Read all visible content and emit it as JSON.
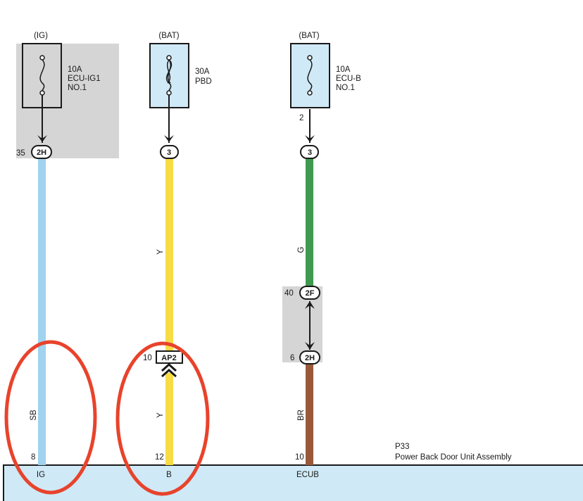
{
  "diagram": {
    "fuses": [
      {
        "source": "(IG)",
        "rating": "10A",
        "name_line1": "ECU-IG1",
        "name_line2": "NO.1",
        "out_pin": ""
      },
      {
        "source": "(BAT)",
        "rating": "30A",
        "name_line1": "PBD",
        "name_line2": "",
        "out_pin": ""
      },
      {
        "source": "(BAT)",
        "rating": "10A",
        "name_line1": "ECU-B",
        "name_line2": "NO.1",
        "out_pin": "2"
      }
    ],
    "top_connectors": [
      {
        "pin": "35",
        "connector": "2H"
      },
      {
        "pin": "",
        "connector": "3"
      },
      {
        "pin": "",
        "connector": "3"
      }
    ],
    "wires": [
      {
        "upper_code": "",
        "lower_code": "SB",
        "color": "#9fd3ee"
      },
      {
        "upper_code": "Y",
        "lower_code": "Y",
        "color": "#f7dc45"
      },
      {
        "upper_code": "G",
        "lower_code": "BR",
        "color": "#3f9a4f",
        "lower_color": "#9a5a3a"
      }
    ],
    "mid_connectors": {
      "ap2": {
        "pin": "10",
        "connector": "AP2"
      },
      "f2_top": {
        "pin": "40",
        "connector": "2F"
      },
      "f2_bot": {
        "pin": "6",
        "connector": "2H"
      }
    },
    "assembly": {
      "code": "P33",
      "name": "Power Back Door Unit Assembly",
      "pins": [
        {
          "num": "8",
          "name": "IG"
        },
        {
          "num": "12",
          "name": "B"
        },
        {
          "num": "10",
          "name": "ECUB"
        }
      ]
    },
    "colors": {
      "fuse_fill": "#cfe9f6",
      "shade": "#d5d5d5",
      "assembly_fill": "#cfe9f6",
      "highlight": "#e8432c"
    }
  }
}
